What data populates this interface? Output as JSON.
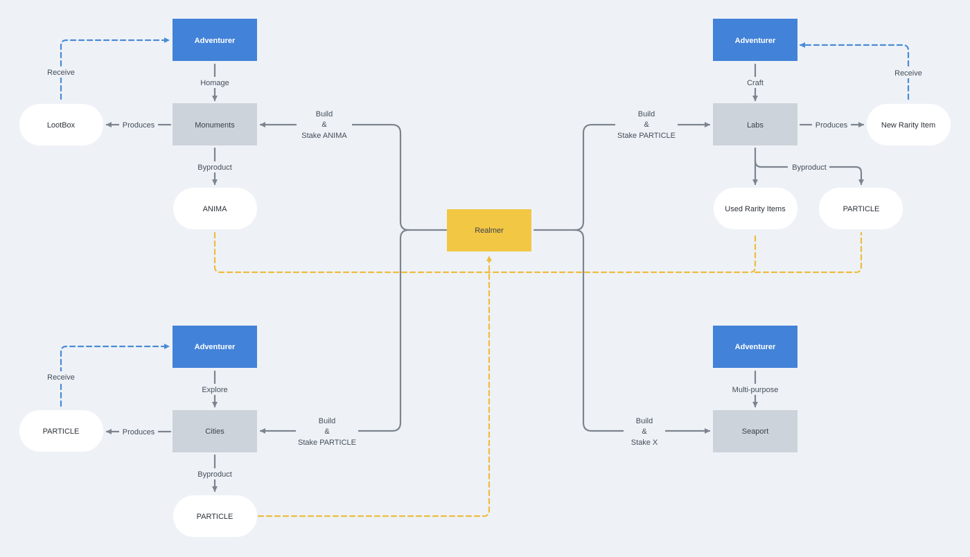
{
  "colors": {
    "background": "#eef2f7",
    "adventurer": "#4282d8",
    "building": "#cdd3da",
    "realmer": "#f2c744",
    "output": "#ffffff",
    "flow_line": "#7c848e",
    "receive_line": "#4a8ad6",
    "return_line": "#eebb3d"
  },
  "nodes": {
    "adventurer_tl": "Adventurer",
    "monuments": "Monuments",
    "lootbox": "LootBox",
    "anima": "ANIMA",
    "adventurer_tr": "Adventurer",
    "labs": "Labs",
    "new_rarity_item": "New Rarity Item",
    "used_rarity_items": "Used Rarity Items",
    "particle_tr": "PARTICLE",
    "realmer": "Realmer",
    "adventurer_bl": "Adventurer",
    "cities": "Cities",
    "particle_bl_left": "PARTICLE",
    "particle_bl_bottom": "PARTICLE",
    "adventurer_br": "Adventurer",
    "seaport": "Seaport"
  },
  "edges": {
    "receive_tl": "Receive",
    "homage": "Homage",
    "produces_tl": "Produces",
    "byproduct_tl": "Byproduct",
    "build_anima": [
      "Build",
      "&",
      "Stake ANIMA"
    ],
    "receive_tr": "Receive",
    "craft": "Craft",
    "produces_tr": "Produces",
    "byproduct_tr": "Byproduct",
    "build_particle_tr": [
      "Build",
      "&",
      "Stake PARTICLE"
    ],
    "receive_bl": "Receive",
    "explore": "Explore",
    "produces_bl": "Produces",
    "byproduct_bl": "Byproduct",
    "build_particle_bl": [
      "Build",
      "&",
      "Stake PARTICLE"
    ],
    "multi_purpose": "Multi-purpose",
    "build_x": [
      "Build",
      "&",
      "Stake X"
    ]
  },
  "icons": {
    "arrowhead": "arrowhead-icon"
  }
}
